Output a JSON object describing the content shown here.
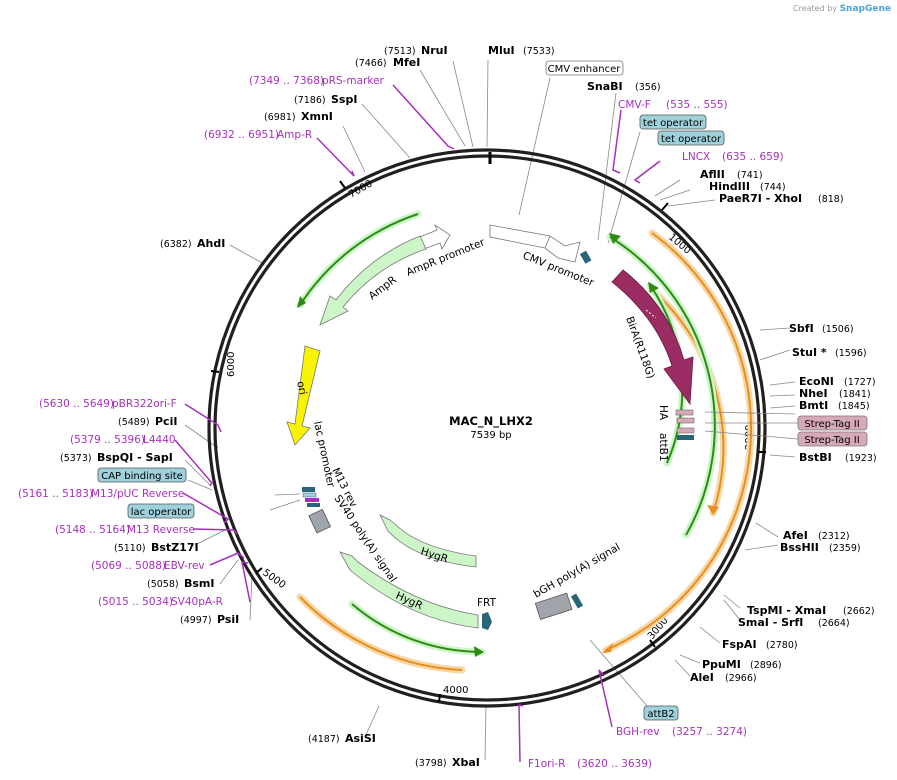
{
  "header": {
    "credit_prefix": "Created by",
    "brand": "SnapGene"
  },
  "plasmid": {
    "name": "MAC_N_LHX2",
    "size_label": "7539 bp",
    "length": 7539
  },
  "ticks": [
    "1000",
    "2000",
    "3000",
    "4000",
    "5000",
    "6000",
    "7000"
  ],
  "sites": [
    {
      "name": "NruI",
      "pos": "(7513)"
    },
    {
      "name": "MluI",
      "pos": "(7533)"
    },
    {
      "name": "MfeI",
      "pos": "(7466)"
    },
    {
      "name": "SspI",
      "pos": "(7186)"
    },
    {
      "name": "XmnI",
      "pos": "(6981)"
    },
    {
      "name": "SnaBI",
      "pos": "(356)"
    },
    {
      "name": "AflII",
      "pos": "(741)"
    },
    {
      "name": "HindIII",
      "pos": "(744)"
    },
    {
      "name": "PaeR7I - XhoI",
      "pos": "(818)"
    },
    {
      "name": "AhdI",
      "pos": "(6382)"
    },
    {
      "name": "SbfI",
      "pos": "(1506)"
    },
    {
      "name": "StuI *",
      "pos": "(1596)"
    },
    {
      "name": "EcoNI",
      "pos": "(1727)"
    },
    {
      "name": "NheI",
      "pos": "(1841)"
    },
    {
      "name": "BmtI",
      "pos": "(1845)"
    },
    {
      "name": "BstBI",
      "pos": "(1923)"
    },
    {
      "name": "PciI",
      "pos": "(5489)"
    },
    {
      "name": "BspQI - SapI",
      "pos": "(5373)"
    },
    {
      "name": "BstZ17I",
      "pos": "(5110)"
    },
    {
      "name": "BsmI",
      "pos": "(5058)"
    },
    {
      "name": "PsiI",
      "pos": "(4997)"
    },
    {
      "name": "AfeI",
      "pos": "(2312)"
    },
    {
      "name": "BssHII",
      "pos": "(2359)"
    },
    {
      "name": "TspMI - XmaI",
      "pos": "(2662)"
    },
    {
      "name": "SmaI - SrfI",
      "pos": "(2664)"
    },
    {
      "name": "FspAI",
      "pos": "(2780)"
    },
    {
      "name": "PpuMI",
      "pos": "(2896)"
    },
    {
      "name": "AleI",
      "pos": "(2966)"
    },
    {
      "name": "AsiSI",
      "pos": "(4187)"
    },
    {
      "name": "XbaI",
      "pos": "(3798)"
    }
  ],
  "primers": [
    {
      "name": "pRS-marker",
      "range": "(7349 .. 7368)"
    },
    {
      "name": "Amp-R",
      "range": "(6932 .. 6951)"
    },
    {
      "name": "CMV-F",
      "range": "(535 .. 555)"
    },
    {
      "name": "LNCX",
      "range": "(635 .. 659)"
    },
    {
      "name": "pBR322ori-F",
      "range": "(5630 .. 5649)"
    },
    {
      "name": "L4440",
      "range": "(5379 .. 5396)"
    },
    {
      "name": "M13/pUC Reverse",
      "range": "(5161 .. 5183)"
    },
    {
      "name": "M13 Reverse",
      "range": "(5148 .. 5164)"
    },
    {
      "name": "EBV-rev",
      "range": "(5069 .. 5088)"
    },
    {
      "name": "SV40pA-R",
      "range": "(5015 .. 5034)"
    },
    {
      "name": "BGH-rev",
      "range": "(3257 .. 3274)"
    },
    {
      "name": "F1ori-R",
      "range": "(3620 .. 3639)"
    }
  ],
  "boxed_features": {
    "cmv_enhancer": "CMV enhancer",
    "tet_operator": "tet operator",
    "cap_binding_site": "CAP binding site",
    "lac_operator": "lac operator",
    "attB2": "attB2",
    "strep_tag": "Strep-Tag II"
  },
  "features": {
    "cmv_promoter": "CMV promoter",
    "ampr_promoter": "AmpR promoter",
    "ampr": "AmpR",
    "ori": "ori",
    "lac_promoter": "lac promoter",
    "m13_rev": "M13 rev",
    "sv40_polya": "SV40 poly(A) signal",
    "hygr": "HygR",
    "frt": "FRT",
    "bgh_polya": "bGH poly(A) signal",
    "bira": "BirA(R118G)",
    "ha": "HA",
    "attb1": "attB1"
  },
  "colors": {
    "backbone": "#231f20",
    "marker_fill": "#ccf5c8",
    "marker_stroke": "#6a6a6a",
    "green_line": "#2e8b16",
    "orange_line": "#e8901b",
    "orf_fill": "#9b2b63",
    "ori_fill": "#f8f400",
    "primer": "#a62fbd",
    "misc_box": "#9fd1dc",
    "tag_box": "#d7a9b8"
  }
}
